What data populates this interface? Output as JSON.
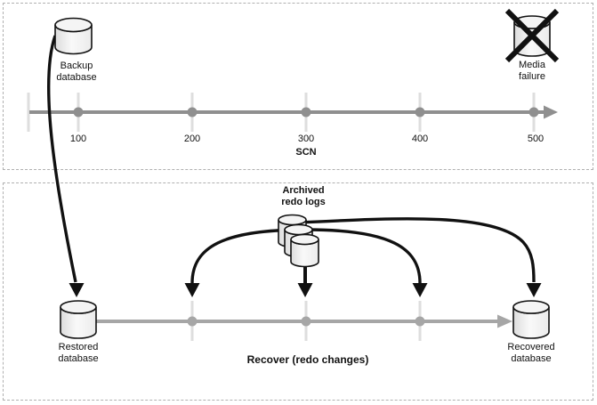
{
  "colors": {
    "arrow_black": "#111111",
    "timeline_gray": "#8f8f8f",
    "timeline_gray_light": "#a6a6a6",
    "tick_gray": "#dedede",
    "border_gray": "#b0b0b0",
    "text_ink": "#111111"
  },
  "top_panel": {
    "backup_db_label": "Backup\ndatabase",
    "media_failure_label": "Media\nfailure",
    "timeline": {
      "axis_label": "SCN",
      "ticks": [
        "100",
        "200",
        "300",
        "400",
        "500"
      ]
    }
  },
  "bottom_panel": {
    "archived_redo_logs_label": "Archived\nredo logs",
    "restored_db_label": "Restored\ndatabase",
    "recovered_db_label": "Recovered\ndatabase",
    "recover_caption": "Recover (redo changes)"
  },
  "icons": {
    "database_cylinder": "database-cylinder-icon",
    "media_failure_cross": "x-cross-icon",
    "timeline_arrow": "right-arrow-icon",
    "redo_apply_arrow": "down-arrow-icon"
  }
}
